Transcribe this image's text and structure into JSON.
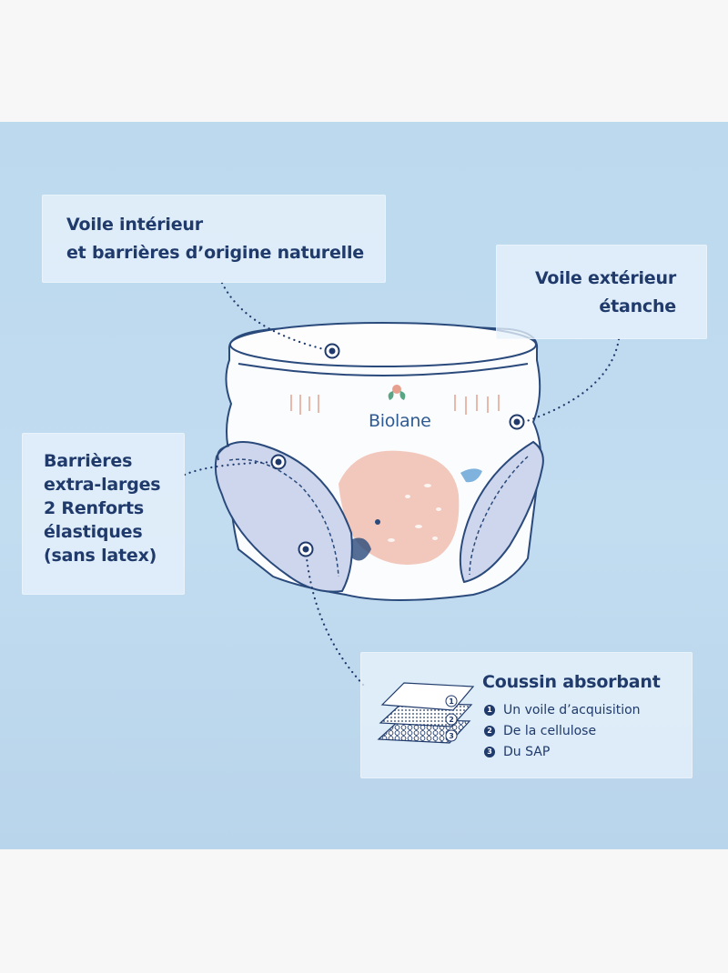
{
  "labels": {
    "inner_veil": [
      "Voile intérieur",
      "et barrières d’origine naturelle"
    ],
    "outer_veil": [
      "Voile extérieur",
      "étanche"
    ],
    "barriers": [
      "Barrières",
      "extra-larges",
      "2 Renforts",
      "élastiques",
      "(sans latex)"
    ]
  },
  "cushion": {
    "title": "Coussin absorbant",
    "layers": [
      {
        "num": "1",
        "label": "Un voile d’acquisition"
      },
      {
        "num": "2",
        "label": "De la cellulose"
      },
      {
        "num": "3",
        "label": "Du SAP"
      }
    ]
  },
  "brand": "Biolane",
  "colors": {
    "navy": "#1f3a6b",
    "panel_blue": "#c0dbef",
    "box_fill": "#e7f2fb",
    "whale_pink": "#f1c8bb",
    "leg_blue": "#cdd6ec"
  }
}
